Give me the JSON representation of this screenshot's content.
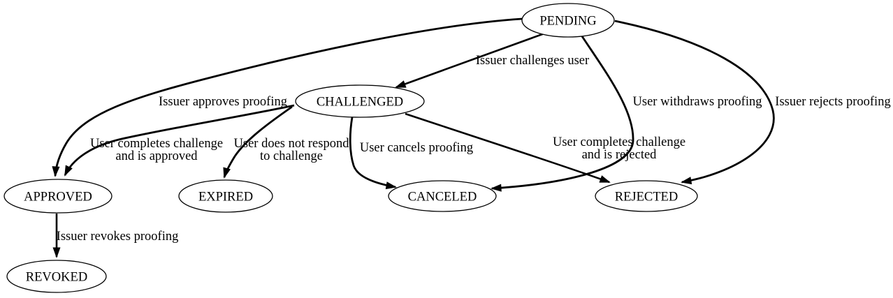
{
  "diagram": {
    "title": "proofing-state-machine",
    "background_color": "#ffffff",
    "line_color": "#000000",
    "text_color": "#000000",
    "nodes": [
      {
        "id": "pending",
        "label": "PENDING"
      },
      {
        "id": "challenged",
        "label": "CHALLENGED"
      },
      {
        "id": "approved",
        "label": "APPROVED"
      },
      {
        "id": "expired",
        "label": "EXPIRED"
      },
      {
        "id": "canceled",
        "label": "CANCELED"
      },
      {
        "id": "rejected",
        "label": "REJECTED"
      },
      {
        "id": "revoked",
        "label": "REVOKED"
      }
    ],
    "edges": [
      {
        "from": "PENDING",
        "to": "CHALLENGED",
        "label_lines": [
          "Issuer challenges user"
        ]
      },
      {
        "from": "PENDING",
        "to": "APPROVED",
        "label_lines": [
          "Issuer approves proofing"
        ]
      },
      {
        "from": "PENDING",
        "to": "CANCELED",
        "label_lines": [
          "User withdraws proofing"
        ]
      },
      {
        "from": "PENDING",
        "to": "REJECTED",
        "label_lines": [
          "Issuer rejects proofing"
        ]
      },
      {
        "from": "CHALLENGED",
        "to": "APPROVED",
        "label_lines": [
          "User completes challenge",
          "and is approved"
        ]
      },
      {
        "from": "CHALLENGED",
        "to": "EXPIRED",
        "label_lines": [
          "User does not respond",
          "to challenge"
        ]
      },
      {
        "from": "CHALLENGED",
        "to": "CANCELED",
        "label_lines": [
          "User cancels proofing"
        ]
      },
      {
        "from": "CHALLENGED",
        "to": "REJECTED",
        "label_lines": [
          "User completes challenge",
          "and is rejected"
        ]
      },
      {
        "from": "APPROVED",
        "to": "REVOKED",
        "label_lines": [
          "Issuer revokes proofing"
        ]
      }
    ]
  }
}
